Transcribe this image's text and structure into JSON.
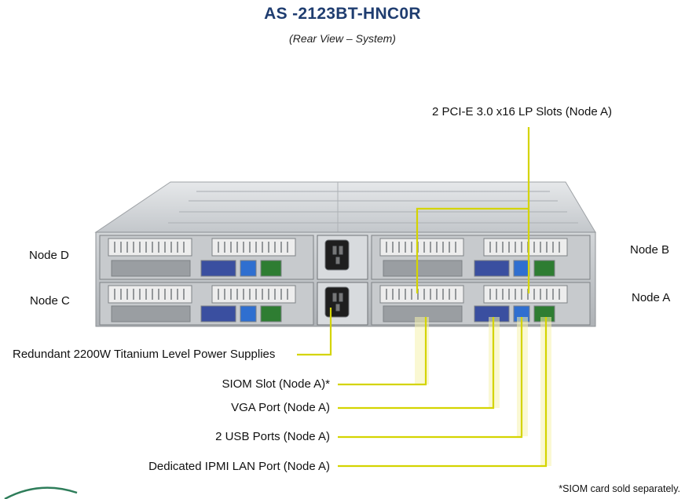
{
  "header": {
    "title": "AS -2123BT-HNC0R",
    "subtitle": "(Rear View – System)"
  },
  "labels": {
    "pcie": "2 PCI-E 3.0 x16 LP Slots (Node A)",
    "node_d": "Node D",
    "node_c": "Node C",
    "node_b": "Node B",
    "node_a": "Node A",
    "psu": "Redundant  2200W Titanium Level Power Supplies",
    "siom": "SIOM Slot (Node A)*",
    "vga": "VGA Port (Node A)",
    "usb": "2 USB Ports (Node A)",
    "ipmi": "Dedicated IPMI  LAN Port (Node A)"
  },
  "footnote": "*SIOM  card sold separately.",
  "colors": {
    "title": "#1f3d70",
    "callout_line": "#d4d400",
    "callout_glow": "#f6f3b0",
    "chassis": "#b8bcc0",
    "vga_port": "#3a4fa0",
    "usb_port": "#2f6fd0",
    "lan_port": "#2e7d32"
  }
}
